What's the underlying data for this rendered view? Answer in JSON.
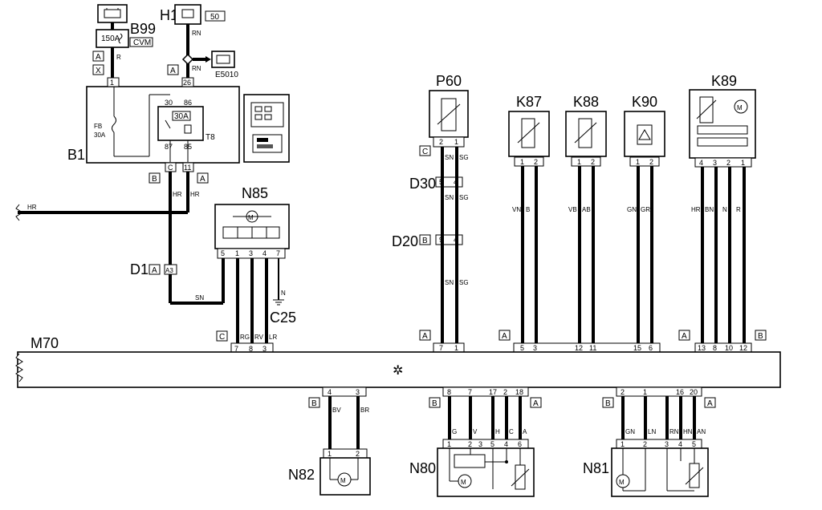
{
  "components": {
    "B99": "B99",
    "cvm": "CVM",
    "fuse_150": "150A",
    "H1": "H1",
    "h1_num": "50",
    "E5010": "E5010",
    "B1": "B1",
    "fb": "FB",
    "fb_30": "30A",
    "relay_30a": "30A",
    "T8": "T8",
    "N85": "N85",
    "D1": "D1",
    "C25": "C25",
    "P60": "P60",
    "D30": "D30",
    "D20": "D20",
    "K87": "K87",
    "K88": "K88",
    "K90": "K90",
    "K89": "K89",
    "M70": "M70",
    "N82": "N82",
    "N80": "N80",
    "N81": "N81"
  },
  "connector_tags": {
    "A": "A",
    "B": "B",
    "C": "C",
    "X": "X",
    "A3": "A3"
  },
  "wire_colors": {
    "R": "R",
    "RN": "RN",
    "HR": "HR",
    "SN": "SN",
    "SG": "SG",
    "N": "N",
    "RG": "RG",
    "RV": "RV",
    "LR": "LR",
    "VN": "VN",
    "B": "B",
    "VB": "VB",
    "AB": "AB",
    "GN": "GN",
    "GR": "GR",
    "BN": "BN",
    "BV": "BV",
    "BR": "BR",
    "G": "G",
    "V": "V",
    "H": "H",
    "C": "C",
    "A": "A",
    "LN": "LN",
    "HN": "HN",
    "AN": "AN"
  },
  "pins": {
    "p1": "1",
    "p2": "2",
    "p3": "3",
    "p4": "4",
    "p5": "5",
    "p6": "6",
    "p7": "7",
    "p8": "8",
    "p9": "9",
    "p10": "10",
    "p11": "11",
    "p12": "12",
    "p13": "13",
    "p15": "15",
    "p16": "16",
    "p17": "17",
    "p18": "18",
    "p20": "20",
    "p26": "26",
    "p30": "30",
    "p85": "85",
    "p86": "86",
    "p87": "87"
  }
}
